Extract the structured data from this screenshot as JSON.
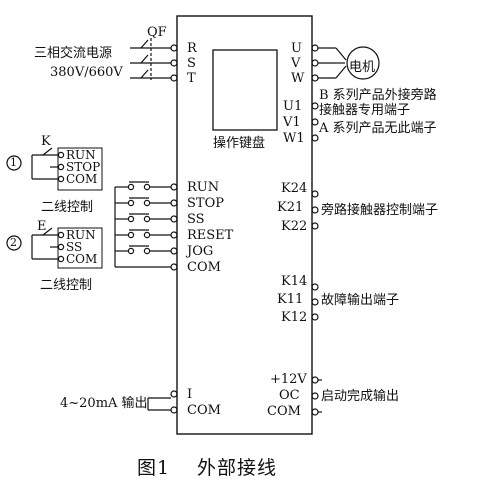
{
  "supply": {
    "breaker": "QF",
    "line1": "三相交流电源",
    "line2": "380V/660V",
    "terminals": [
      "R",
      "S",
      "T"
    ]
  },
  "keypad_label": "操作键盘",
  "outputs": {
    "terminals": [
      "U",
      "V",
      "W"
    ],
    "motor": "电机",
    "u1v1w1": [
      "U1",
      "V1",
      "W1"
    ],
    "note_b1": "B 系列产品外接旁路",
    "note_b2": "接触器专用端子",
    "note_a": "A 系列产品无此端子"
  },
  "mode1": {
    "number": "1",
    "switch": "K",
    "terminals": [
      "RUN",
      "STOP",
      "COM"
    ],
    "caption": "二线控制"
  },
  "mode2": {
    "number": "2",
    "switch": "E",
    "terminals": [
      "RUN",
      "SS",
      "COM"
    ],
    "caption": "二线控制"
  },
  "control_inputs": [
    "RUN",
    "STOP",
    "SS",
    "RESET",
    "JOG",
    "COM"
  ],
  "bypass": {
    "terminals": [
      "K24",
      "K21",
      "K22"
    ],
    "label": "旁路接触器控制端子"
  },
  "fault": {
    "terminals": [
      "K14",
      "K11",
      "K12"
    ],
    "label": "故障输出端子"
  },
  "analog": {
    "label": "4~20mA 输出",
    "terminals": [
      "I",
      "COM"
    ]
  },
  "start_done": {
    "terminals": [
      "+12V",
      "OC",
      "COM"
    ],
    "label": "启动完成输出"
  },
  "figure": {
    "number": "图1",
    "title": "外部接线"
  }
}
